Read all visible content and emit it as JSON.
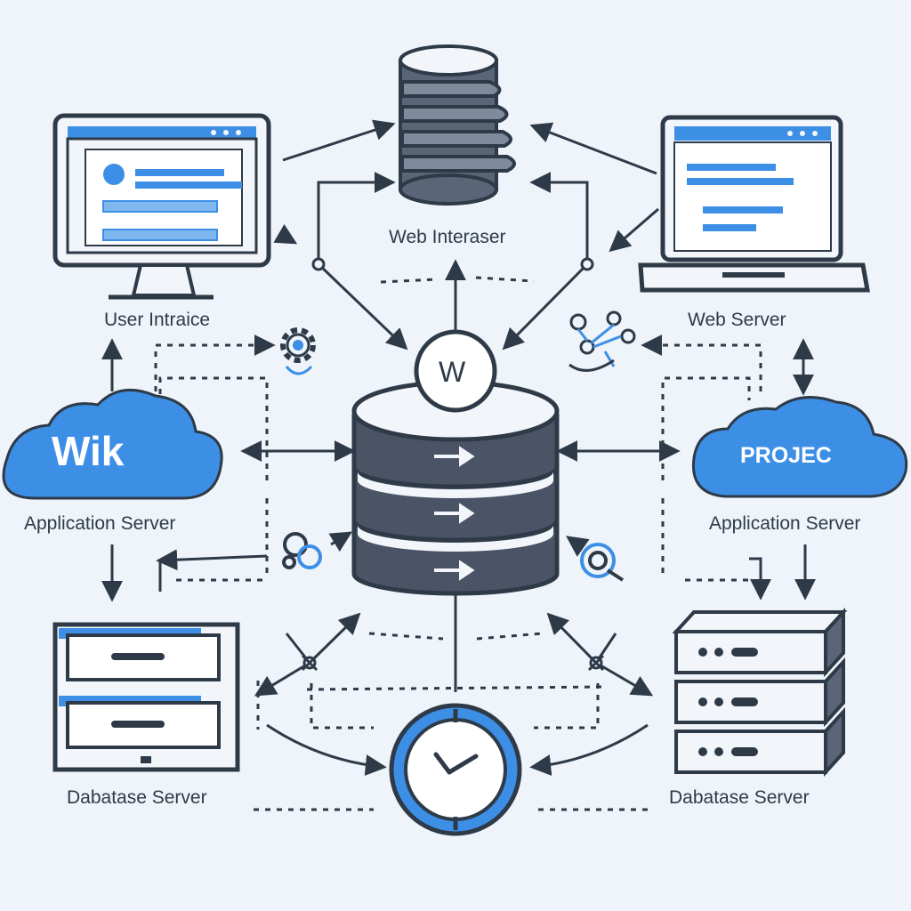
{
  "diagram": {
    "labels": {
      "top_center": "Web Interaser",
      "top_left": "User Intraice",
      "top_right": "Web Server",
      "mid_left": "Application Server",
      "mid_right": "Application Server",
      "bottom_left": "Dabatase Server",
      "bottom_right": "Dabatase Server"
    },
    "cloud_left": "Wik",
    "cloud_right": "PROJEC",
    "hub_badge": "W"
  },
  "colors": {
    "background": "#eef4f9",
    "outline": "#2e3a48",
    "accent_blue": "#3d8fe6",
    "light_blue": "#7fb7ef",
    "slate": "#5a6577",
    "dark_slate": "#4a5466",
    "pale": "#f2f6fa"
  }
}
